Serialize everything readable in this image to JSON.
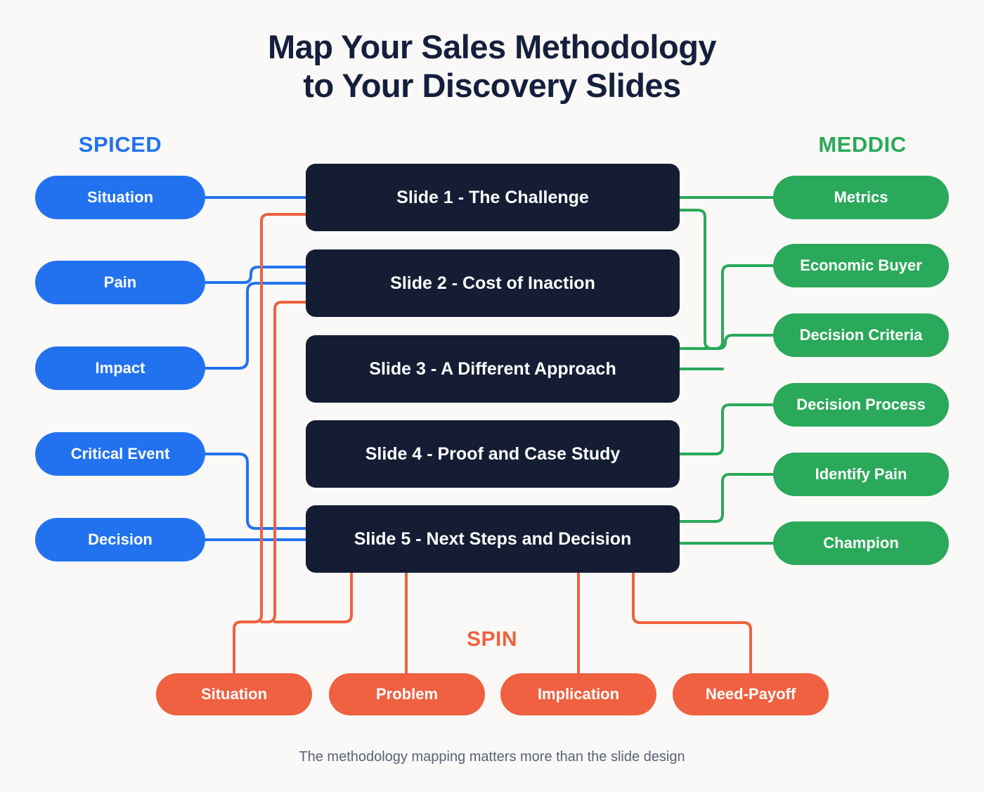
{
  "title": {
    "line1": "Map Your Sales Methodology",
    "line2": "to Your Discovery Slides"
  },
  "columns": {
    "left_heading": "SPICED",
    "right_heading": "MEDDIC",
    "bottom_heading": "SPIN"
  },
  "colors": {
    "background": "#faf9f7",
    "title": "#151f3d",
    "spiced": "#2272f0",
    "meddic": "#2aa95a",
    "spin": "#ef6140",
    "slide": "#141d33",
    "caption": "#5a6279"
  },
  "spiced": [
    {
      "label": "Situation"
    },
    {
      "label": "Pain"
    },
    {
      "label": "Impact"
    },
    {
      "label": "Critical Event"
    },
    {
      "label": "Decision"
    }
  ],
  "slides": [
    {
      "label": "Slide 1 - The Challenge"
    },
    {
      "label": "Slide 2 - Cost of Inaction"
    },
    {
      "label": "Slide 3 - A Different Approach"
    },
    {
      "label": "Slide 4 - Proof and Case Study"
    },
    {
      "label": "Slide 5 - Next Steps and Decision"
    }
  ],
  "meddic": [
    {
      "label": "Metrics"
    },
    {
      "label": "Economic Buyer"
    },
    {
      "label": "Decision Criteria"
    },
    {
      "label": "Decision Process"
    },
    {
      "label": "Identify Pain"
    },
    {
      "label": "Champion"
    }
  ],
  "spin": [
    {
      "label": "Situation"
    },
    {
      "label": "Problem"
    },
    {
      "label": "Implication"
    },
    {
      "label": "Need-Payoff"
    }
  ],
  "caption": "The methodology mapping matters more than the slide design",
  "connections": {
    "spiced_to_slides": [
      {
        "from": "Situation",
        "to": "Slide 1 - The Challenge"
      },
      {
        "from": "Pain",
        "to": "Slide 2 - Cost of Inaction"
      },
      {
        "from": "Impact",
        "to": "Slide 2 - Cost of Inaction"
      },
      {
        "from": "Critical Event",
        "to": "Slide 5 - Next Steps and Decision"
      },
      {
        "from": "Decision",
        "to": "Slide 5 - Next Steps and Decision"
      }
    ],
    "slides_to_meddic": [
      {
        "from": "Slide 1 - The Challenge",
        "to": "Metrics"
      },
      {
        "from": "Slide 1 - The Challenge",
        "to": "Decision Criteria"
      },
      {
        "from": "Slide 2 - Cost of Inaction",
        "to": "Economic Buyer"
      },
      {
        "from": "Slide 3 - A Different Approach",
        "to": "Decision Criteria"
      },
      {
        "from": "Slide 4 - Proof and Case Study",
        "to": "Decision Process"
      },
      {
        "from": "Slide 4 - Proof and Case Study",
        "to": "Identify Pain"
      },
      {
        "from": "Slide 5 - Next Steps and Decision",
        "to": "Decision Process"
      },
      {
        "from": "Slide 5 - Next Steps and Decision",
        "to": "Champion"
      }
    ],
    "slides_to_spin": [
      {
        "from": "Slide 1 - The Challenge",
        "to": "Situation"
      },
      {
        "from": "Slide 2 - Cost of Inaction",
        "to": "Situation"
      },
      {
        "from": "Slide 5 - Next Steps and Decision",
        "to": "Situation"
      },
      {
        "from": "Slide 5 - Next Steps and Decision",
        "to": "Problem"
      },
      {
        "from": "Slide 5 - Next Steps and Decision",
        "to": "Implication"
      },
      {
        "from": "Slide 5 - Next Steps and Decision",
        "to": "Need-Payoff"
      }
    ]
  }
}
